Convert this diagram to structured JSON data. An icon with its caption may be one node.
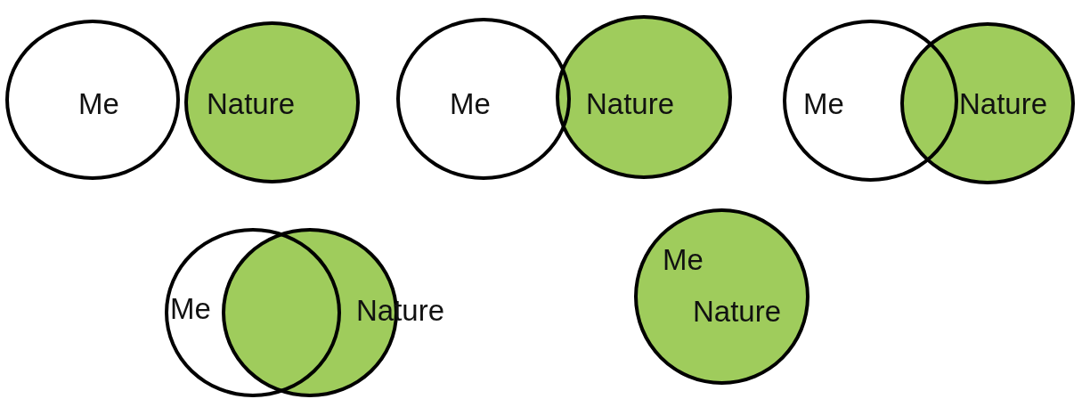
{
  "diagram": {
    "nodes": [
      {
        "text": [
          "Me"
        ]
      },
      {
        "text": [
          "Nature"
        ]
      },
      {
        "text": [
          "Me"
        ]
      },
      {
        "text": [
          "Nature"
        ]
      },
      {
        "text": [
          "Me"
        ]
      },
      {
        "text": [
          "Nature"
        ]
      },
      {
        "text": [
          "Me"
        ]
      },
      {
        "text": [
          "Nature"
        ]
      },
      {
        "text": [
          "Me",
          "Nature"
        ]
      }
    ]
  }
}
